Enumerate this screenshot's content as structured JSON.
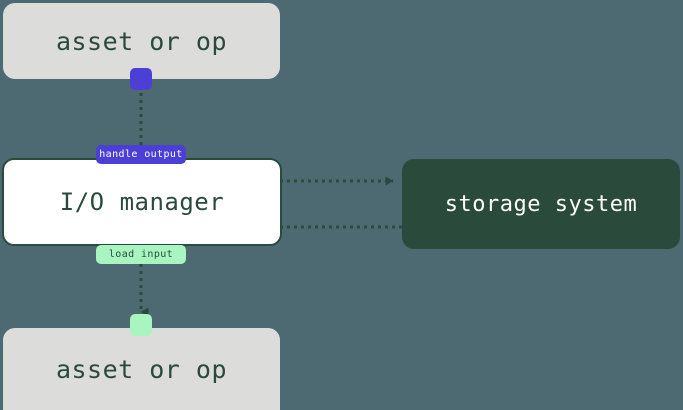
{
  "diagram": {
    "type": "flow-diagram",
    "background_color": "#4d6a73",
    "title_text": "",
    "nodes": [
      {
        "id": "asset-top",
        "label": "asset or op",
        "fill": "#dcdcda",
        "text_color": "#2a4a3c"
      },
      {
        "id": "io-manager",
        "label": "I/O manager",
        "fill": "#ffffff",
        "text_color": "#2a4a3c",
        "border_color": "#2a4a3c"
      },
      {
        "id": "storage-system",
        "label": "storage system",
        "fill": "#2a4a3c",
        "text_color": "#ffffff"
      },
      {
        "id": "asset-bottom",
        "label": "asset or op",
        "fill": "#dcdcda",
        "text_color": "#2a4a3c"
      }
    ],
    "edge_labels": [
      {
        "id": "handle-output",
        "label": "handle output",
        "fill": "#4c3fd6",
        "text_color": "#ffffff"
      },
      {
        "id": "load-input",
        "label": "load input",
        "fill": "#a8f5c0",
        "text_color": "#2a4a3c"
      }
    ],
    "connectors": [
      {
        "id": "handle-output-port",
        "color": "#4c3fd6"
      },
      {
        "id": "load-input-port",
        "color": "#a8f5c0"
      }
    ],
    "edges": [
      {
        "id": "asset-to-io-manager",
        "from": "asset-top",
        "to": "io-manager",
        "label": "handle output",
        "style": "dotted",
        "color": "#2a4a3c"
      },
      {
        "id": "io-manager-to-storage",
        "from": "io-manager",
        "to": "storage-system",
        "style": "dotted",
        "color": "#2a4a3c"
      },
      {
        "id": "storage-to-io-manager",
        "from": "storage-system",
        "to": "io-manager",
        "style": "dotted",
        "color": "#2a4a3c"
      },
      {
        "id": "io-manager-to-asset",
        "from": "io-manager",
        "to": "asset-bottom",
        "label": "load input",
        "style": "dotted",
        "color": "#2a4a3c"
      }
    ]
  }
}
